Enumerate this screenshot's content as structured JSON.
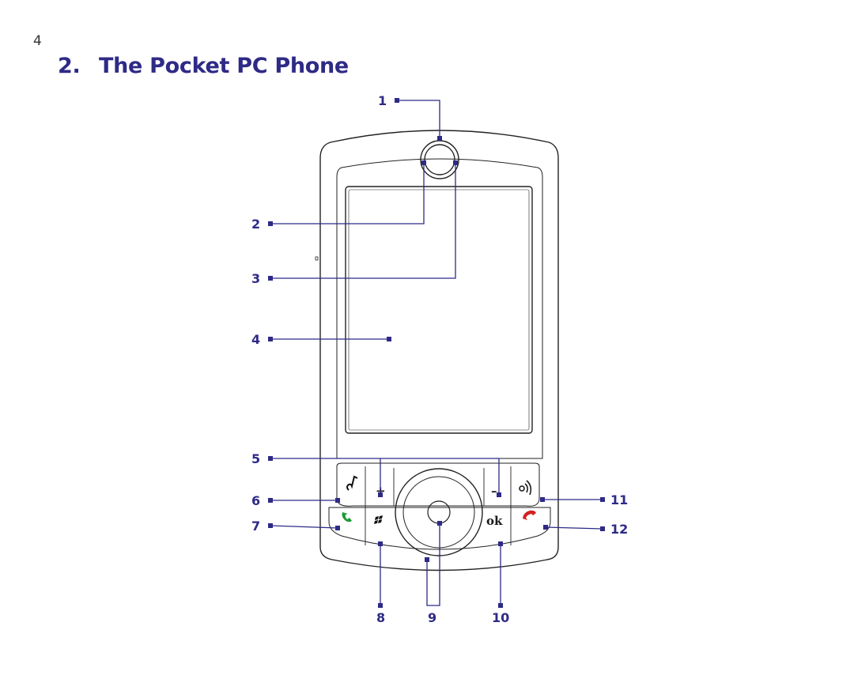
{
  "page": {
    "number": "4",
    "title_number": "2.",
    "title": "The Pocket PC Phone"
  },
  "figure": {
    "device_keys": {
      "ok_label": "ok",
      "plus_label": "+",
      "minus_label": "–"
    },
    "callouts": [
      "1",
      "2",
      "3",
      "4",
      "5",
      "6",
      "7",
      "8",
      "9",
      "10",
      "11",
      "12"
    ],
    "colors": {
      "callout": "#2e2a86",
      "device_outline": "#222222",
      "talk_key": "#1f9a3a",
      "end_key": "#d42020"
    }
  }
}
